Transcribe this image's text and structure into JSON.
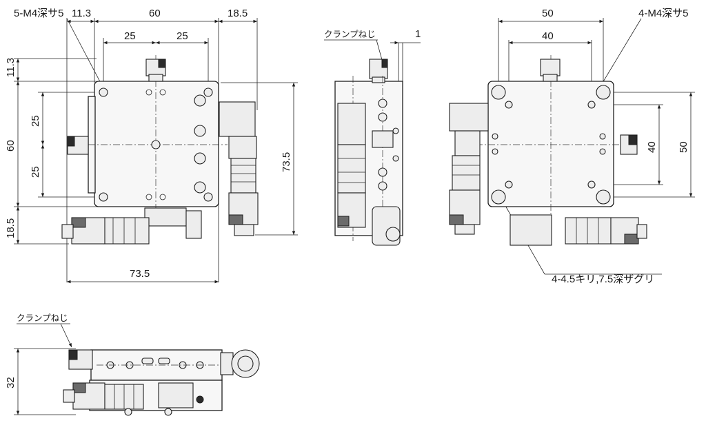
{
  "drawing": {
    "top_view": {
      "labels": {
        "holes_note": "5-M4深サ5",
        "d_11_3_top": "11.3",
        "d_60_top": "60",
        "d_18_5_top": "18.5",
        "d_25_left": "25",
        "d_25_right": "25",
        "d_11_3_side": "11.3",
        "d_25_upper": "25",
        "d_60_side": "60",
        "d_25_lower": "25",
        "d_18_5_side": "18.5",
        "d_73_5_right": "73.5",
        "d_73_5_bottom": "73.5"
      }
    },
    "side_view": {
      "labels": {
        "clamp_screw": "クランプねじ",
        "d_1": "1"
      }
    },
    "bottom_view": {
      "labels": {
        "d_50_top": "50",
        "holes_note": "4-M4深サ5",
        "d_40_top": "40",
        "d_40_side": "40",
        "d_50_side": "50",
        "counterbore_note": "4-4.5キリ,7.5深ザグリ"
      }
    },
    "front_view": {
      "labels": {
        "clamp_screw": "クランプねじ",
        "d_32": "32"
      }
    }
  }
}
